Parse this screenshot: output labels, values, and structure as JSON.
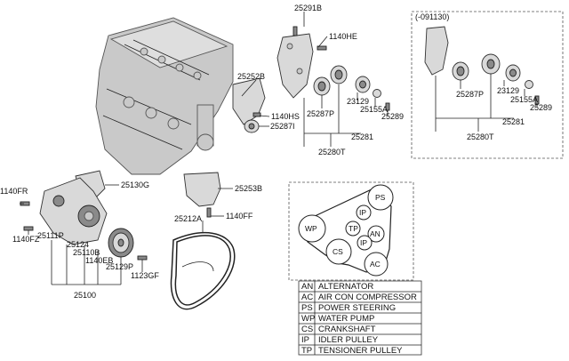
{
  "callouts": {
    "p25291B": "25291B",
    "p1140HE": "1140HE",
    "p25252B": "25252B",
    "p1140HS": "1140HS",
    "p25287I": "25287I",
    "p25287P": "25287P",
    "p23129": "23129",
    "p25155A": "25155A",
    "p25289": "25289",
    "p25281": "25281",
    "p25280T": "25280T",
    "p25130G": "25130G",
    "p1140FR": "1140FR",
    "p25253B": "25253B",
    "p1140FF": "1140FF",
    "p25212A": "25212A",
    "p1140FZ": "1140FZ",
    "p25111P": "25111P",
    "p25124": "25124",
    "p25110B": "25110B",
    "p1140EB": "1140EB",
    "p25129P": "25129P",
    "p1123GF": "1123GF",
    "p25100": "25100"
  },
  "inset": {
    "title": "(-091130)",
    "p25287P": "25287P",
    "p23129": "23129",
    "p25155A": "25155A",
    "p25289": "25289",
    "p25281": "25281",
    "p25280T": "25280T"
  },
  "belt_diagram": {
    "ps": "PS",
    "wp": "WP",
    "ip1": "IP",
    "tp": "TP",
    "an": "AN",
    "ip2": "IP",
    "cs": "CS",
    "ac": "AC"
  },
  "legend": [
    {
      "code": "AN",
      "desc": "ALTERNATOR"
    },
    {
      "code": "AC",
      "desc": "AIR CON COMPRESSOR"
    },
    {
      "code": "PS",
      "desc": "POWER STEERING"
    },
    {
      "code": "WP",
      "desc": "WATER PUMP"
    },
    {
      "code": "CS",
      "desc": "CRANKSHAFT"
    },
    {
      "code": "IP",
      "desc": "IDLER PULLEY"
    },
    {
      "code": "TP",
      "desc": "TENSIONER PULLEY"
    }
  ]
}
